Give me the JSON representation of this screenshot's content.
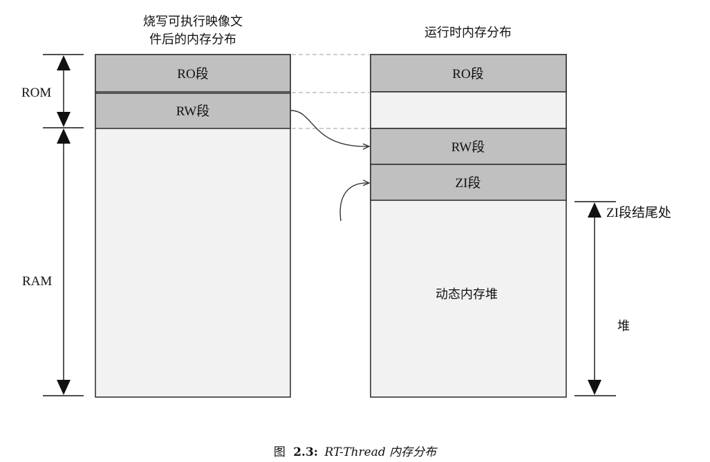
{
  "left_column": {
    "title_line1": "烧写可执行映像文",
    "title_line2": "件后的内存分布",
    "blocks": [
      "RO段",
      "RW段"
    ]
  },
  "right_column": {
    "title": "运行时内存分布",
    "blocks": [
      "RO段",
      "",
      "RW段",
      "ZI段"
    ],
    "heap_area_label": "动态内存堆"
  },
  "side_labels": {
    "rom": "ROM",
    "ram": "RAM",
    "zi_end": "ZI段结尾处",
    "heap": "堆"
  },
  "colors": {
    "segment_fill": "#c0c0c0",
    "empty_fill": "#f2f2f2",
    "border": "#333333",
    "dashed": "#b0b0b0"
  },
  "caption": {
    "prefix": "图",
    "number": "2.3:",
    "title": "RT-Thread 内存分布"
  }
}
